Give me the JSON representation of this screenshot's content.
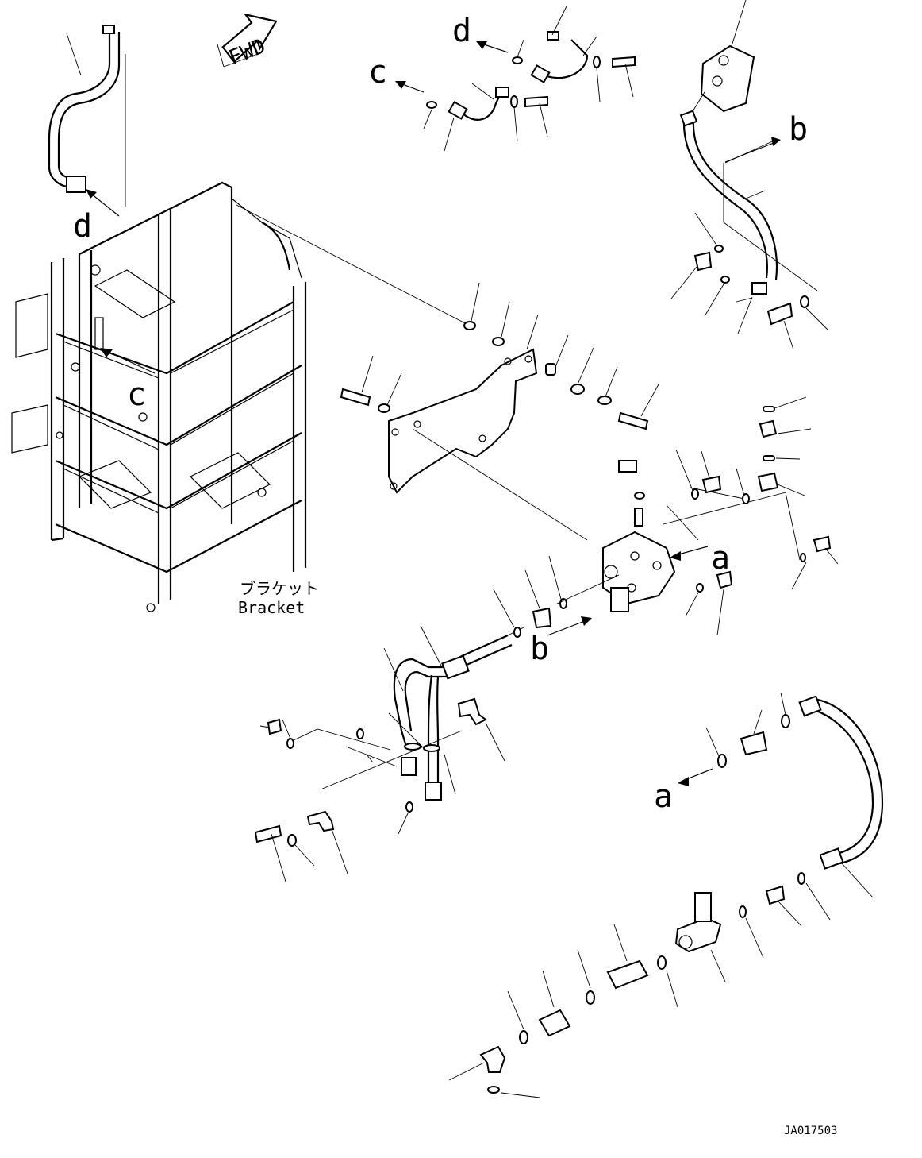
{
  "labels": {
    "fwd": "FWD",
    "callout_a_1": "a",
    "callout_a_2": "a",
    "callout_b_1": "b",
    "callout_b_2": "b",
    "callout_c_1": "c",
    "callout_c_2": "c",
    "callout_d_1": "d",
    "callout_d_2": "d",
    "bracket_jp": "ブラケット",
    "bracket_en": "Bracket",
    "drawing_ref": "JA017503"
  }
}
